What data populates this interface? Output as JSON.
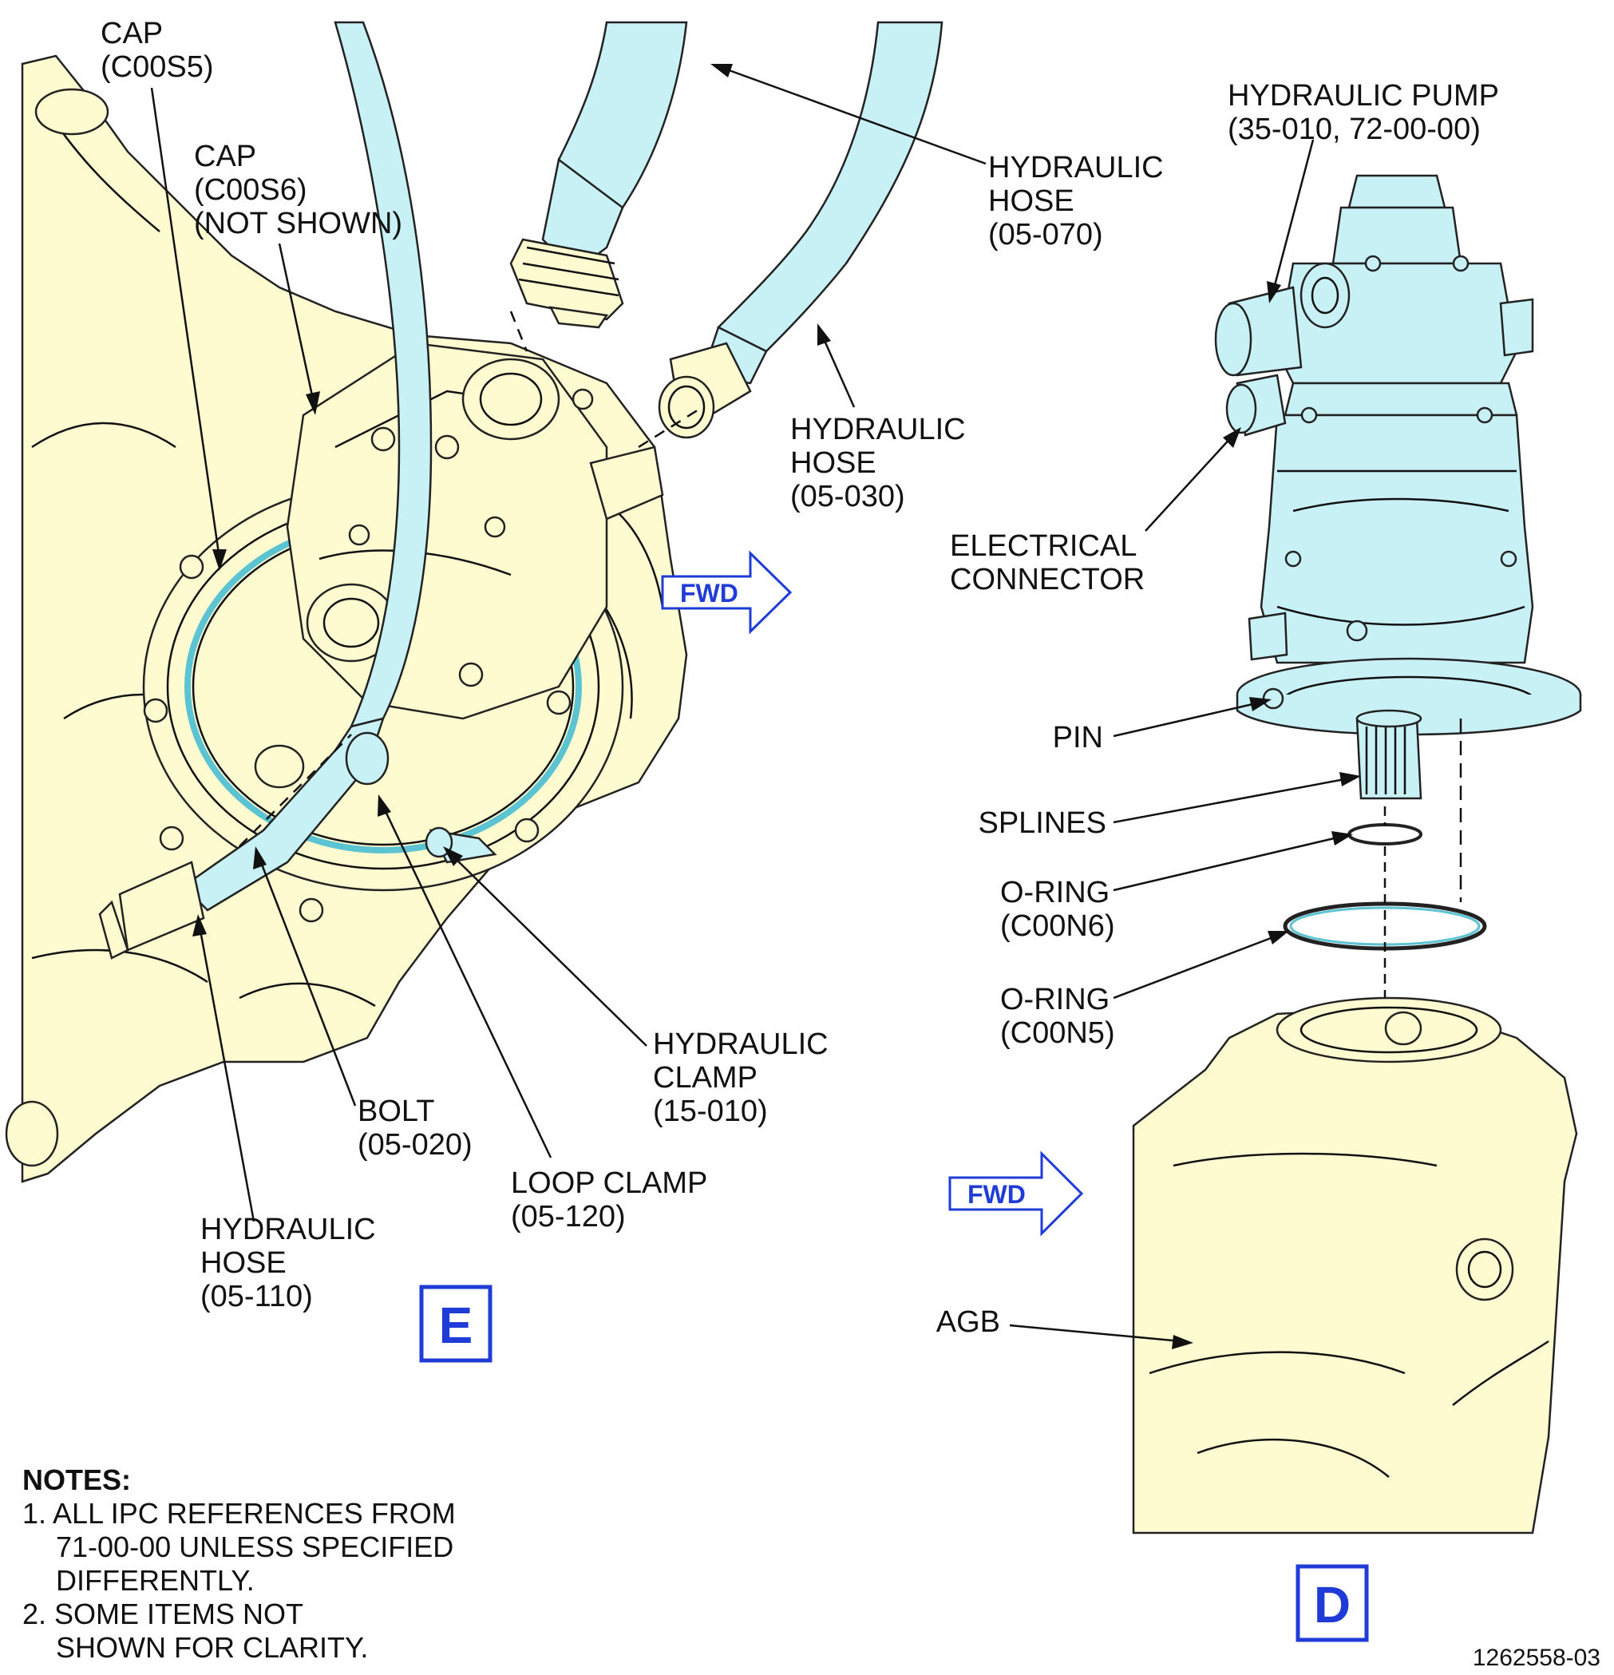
{
  "view_e": {
    "label": "E",
    "callouts": {
      "cap_c00s5": [
        "CAP",
        "(C00S5)"
      ],
      "cap_c00s6": [
        "CAP",
        "(C00S6)",
        "(NOT SHOWN)"
      ],
      "hydraulic_hose_05_070": [
        "HYDRAULIC",
        "HOSE",
        "(05-070)"
      ],
      "hydraulic_hose_05_030": [
        "HYDRAULIC",
        "HOSE",
        "(05-030)"
      ],
      "hydraulic_clamp_15_010": [
        "HYDRAULIC",
        "CLAMP",
        "(15-010)"
      ],
      "bolt_05_020": [
        "BOLT",
        "(05-020)"
      ],
      "loop_clamp_05_120": [
        "LOOP CLAMP",
        "(05-120)"
      ],
      "hydraulic_hose_05_110": [
        "HYDRAULIC",
        "HOSE",
        "(05-110)"
      ]
    },
    "fwd_label": "FWD"
  },
  "view_d": {
    "label": "D",
    "callouts": {
      "hydraulic_pump": [
        "HYDRAULIC PUMP",
        "(35-010, 72-00-00)"
      ],
      "electrical_connector": [
        "ELECTRICAL",
        "CONNECTOR"
      ],
      "pin": [
        "PIN"
      ],
      "splines": [
        "SPLINES"
      ],
      "o_ring_c00n6": [
        "O-RING",
        "(C00N6)"
      ],
      "o_ring_c00n5": [
        "O-RING",
        "(C00N5)"
      ],
      "agb": [
        "AGB"
      ]
    },
    "fwd_label": "FWD"
  },
  "notes": {
    "heading": "NOTES:",
    "items": [
      [
        "1. ALL IPC REFERENCES FROM",
        "71-00-00 UNLESS SPECIFIED",
        "DIFFERENTLY."
      ],
      [
        "2. SOME ITEMS NOT",
        "SHOWN FOR CLARITY."
      ]
    ]
  },
  "figure_number": "1262558-03",
  "colors": {
    "housing_fill": "#fffbd0",
    "hose_fill": "#c8f1f6",
    "view_label_blue": "#1f3dd6"
  }
}
